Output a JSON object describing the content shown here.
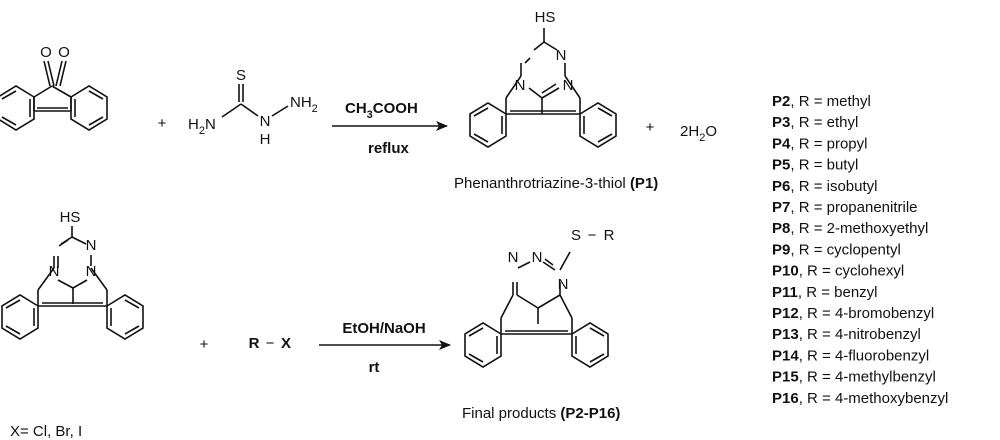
{
  "reaction1": {
    "plus1": "+",
    "thio_S": "S",
    "thio_H2N": "H",
    "thio_H2N_sub": "2",
    "thio_N_left": "N",
    "thio_NH_N": "N",
    "thio_NH_H": "H",
    "thio_NH2": "NH",
    "thio_NH2_sub": "2",
    "reagent_prefix": "CH",
    "reagent_sub": "3",
    "reagent_suffix": "COOH",
    "condition": "reflux",
    "product_SH": "HS",
    "product_N": "N",
    "plus2": "+",
    "water_coef": "2H",
    "water_sub": "2",
    "water_O": "O",
    "caption_text": "Phenanthrotriazine-3-thiol ",
    "caption_label": "(P1)",
    "oxygen": "O"
  },
  "reaction2": {
    "reactant_SH": "HS",
    "reactant_N": "N",
    "plus": "+",
    "rx_R": "R",
    "rx_dash": "−",
    "rx_X": "X",
    "reagent": "EtOH/NaOH",
    "condition": "rt",
    "product_S": "S",
    "product_dash": "−",
    "product_R": "R",
    "product_N": "N",
    "caption_text": "Final products ",
    "caption_label": "(P2-P16)",
    "halide_note": "X= Cl, Br, I"
  },
  "products": [
    {
      "id": "P2",
      "text": ", R = methyl"
    },
    {
      "id": "P3",
      "text": ", R = ethyl"
    },
    {
      "id": "P4",
      "text": ", R = propyl"
    },
    {
      "id": "P5",
      "text": ", R = butyl"
    },
    {
      "id": "P6",
      "text": ", R = isobutyl"
    },
    {
      "id": "P7",
      "text": ", R = propanenitrile"
    },
    {
      "id": "P8",
      "text": ", R = 2-methoxyethyl"
    },
    {
      "id": "P9",
      "text": ", R = cyclopentyl"
    },
    {
      "id": "P10",
      "text": ", R = cyclohexyl"
    },
    {
      "id": "P11",
      "text": ", R = benzyl"
    },
    {
      "id": "P12",
      "text": ", R = 4-bromobenzyl"
    },
    {
      "id": "P13",
      "text": ", R = 4-nitrobenzyl"
    },
    {
      "id": "P14",
      "text": ", R = 4-fluorobenzyl"
    },
    {
      "id": "P15",
      "text": ", R = 4-methylbenzyl"
    },
    {
      "id": "P16",
      "text": ", R = 4-methoxybenzyl"
    }
  ]
}
